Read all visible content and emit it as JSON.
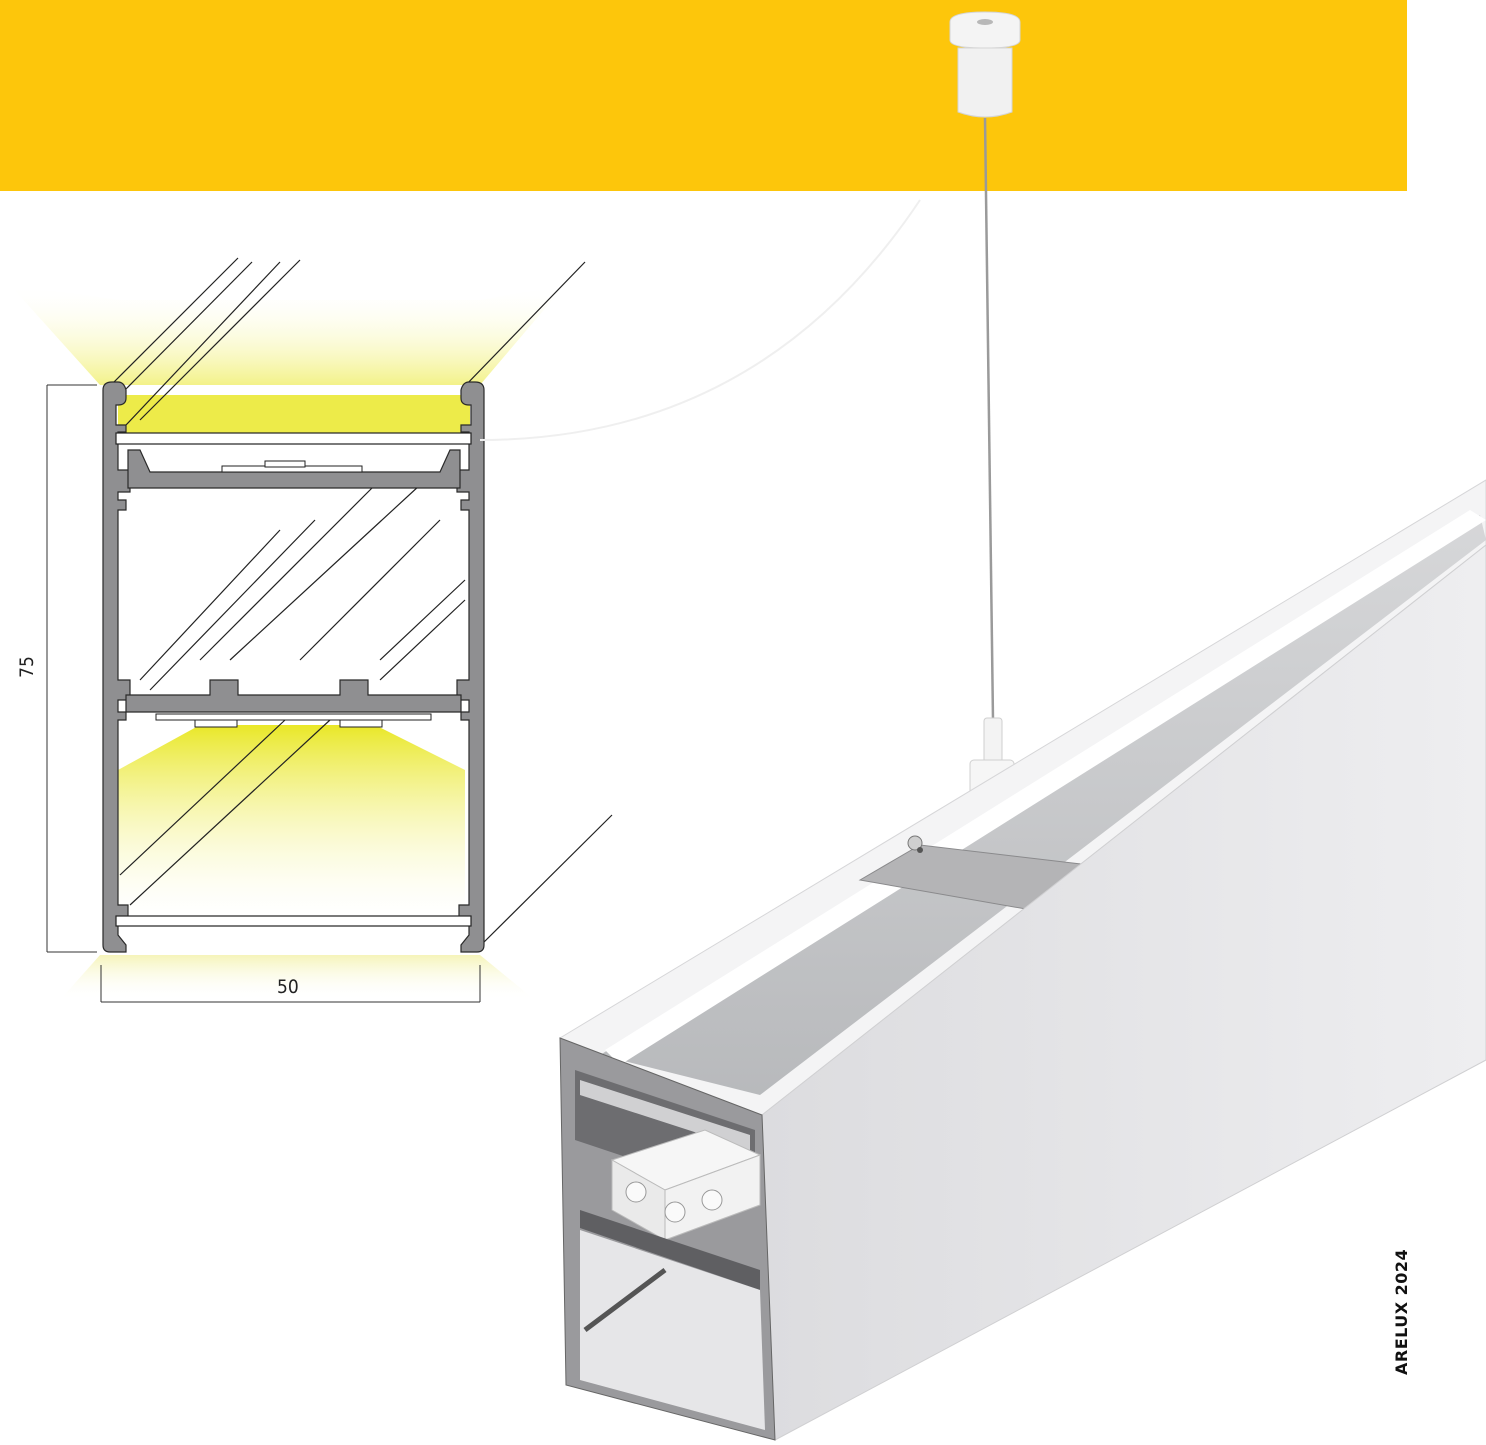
{
  "colors": {
    "band": "#fdc60b",
    "profile": "#8f8f91",
    "light": "#e8e61c",
    "housing": "#e4e4e6",
    "housing_side": "#d2d2d5"
  },
  "drawing": {
    "width_label": "50",
    "height_label": "75"
  },
  "footer": {
    "brand": "ARELUX 2024"
  }
}
